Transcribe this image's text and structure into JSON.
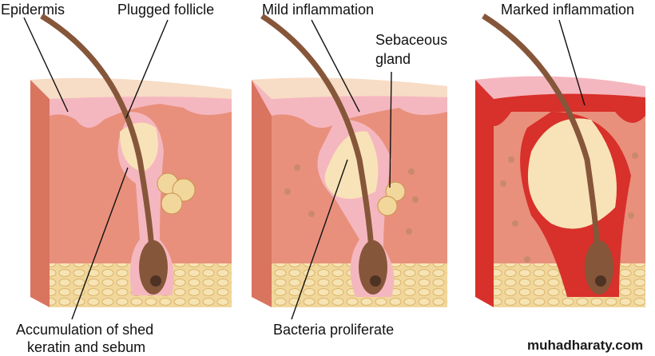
{
  "labels": {
    "epidermis": "Epidermis",
    "plugged_follicle": "Plugged follicle",
    "mild_inflammation": "Mild inflammation",
    "sebaceous_gland_line1": "Sebaceous",
    "sebaceous_gland_line2": "gland",
    "marked_inflammation": "Marked inflammation",
    "accumulation_line1": "Accumulation of shed",
    "accumulation_line2": "keratin and sebum",
    "bacteria_proliferate": "Bacteria proliferate"
  },
  "watermark": "muhadharaty.com",
  "colors": {
    "skin_top": "#f7dcc6",
    "epidermis": "#f5b7bf",
    "dermis": "#e8907c",
    "side": "#d9745f",
    "fat": "#f2d79c",
    "hair": "#86563a",
    "plug": "#f8e3b8",
    "inflamed": "#d8302a"
  }
}
